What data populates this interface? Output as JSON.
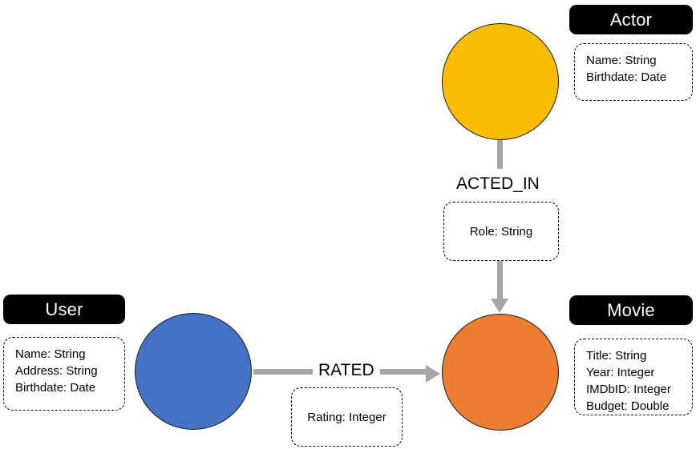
{
  "diagram": {
    "type": "graph-database-schema",
    "background_color": "#FFFFFF"
  },
  "nodes": [
    {
      "id": "actor",
      "label": "Actor",
      "color": "#FBBC04",
      "properties": [
        "Name: String",
        "Birthdate: Date"
      ]
    },
    {
      "id": "user",
      "label": "User",
      "color": "#4472C4",
      "properties": [
        "Name: String",
        "Address: String",
        "Birthdate: Date"
      ]
    },
    {
      "id": "movie",
      "label": "Movie",
      "color": "#ED7D31",
      "properties": [
        "Title: String",
        "Year: Integer",
        "IMDbID: Integer",
        "Budget: Double"
      ]
    }
  ],
  "relationships": [
    {
      "id": "acted_in",
      "label": "ACTED_IN",
      "from": "Actor",
      "to": "Movie",
      "properties": [
        "Role: String"
      ],
      "edge_color": "#A6A6A6"
    },
    {
      "id": "rated",
      "label": "RATED",
      "from": "User",
      "to": "Movie",
      "properties": [
        "Rating: Integer"
      ],
      "edge_color": "#A6A6A6"
    }
  ]
}
